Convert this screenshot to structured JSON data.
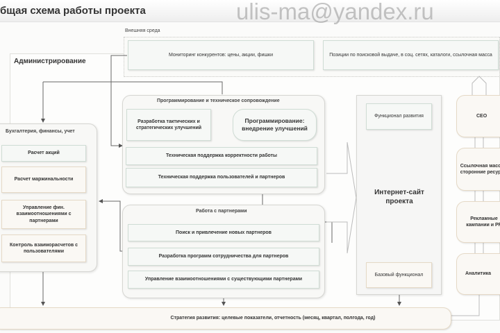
{
  "title": "бщая схема работы проекта",
  "external": {
    "label": "Внешняя среда",
    "monitoring": "Мониторинг конкурентов: цены, акции, фишки",
    "positions": "Позиции по поисковой выдаче, в соц. сетях, каталоги, ссылочная масса"
  },
  "admin": {
    "label": "Администрирование"
  },
  "accounting": {
    "title": "Бухгалтерия, финансы, учет",
    "items": [
      "Расчет акций",
      "Расчет маржинальности",
      "Управление фин. взаимоотношениями с партнерами",
      "Контроль взаиморасчетов с пользователями"
    ]
  },
  "programming": {
    "title": "Программирование и техническое сопровождение",
    "dev": "Разработка тактических и стратегических улучшений",
    "impl": "Программирование: внедрение улучшений",
    "support1": "Техническая поддержка корректности работы",
    "support2": "Техническая поддержка пользователей и партнеров"
  },
  "partners": {
    "title": "Работа с партнерами",
    "items": [
      "Поиск и привлечение новых партнеров",
      "Разработка программ сотрудничества для партнеров",
      "Управление взаимоотношениями с существующими партнерами"
    ]
  },
  "site": {
    "title": "Интернет-сайт проекта",
    "dev": "Функционал развития",
    "base": "Базовый функционал"
  },
  "marketing": [
    "CEO",
    "Ссылочная масса и сторонние ресурсы",
    "Рекламные кампании и PR",
    "Аналитика"
  ],
  "strategy": "Стратегия развития: целевые показатели, отчетность (месяц, квартал, полгода, год)",
  "watermark": "ulis-ma@yandex.ru"
}
